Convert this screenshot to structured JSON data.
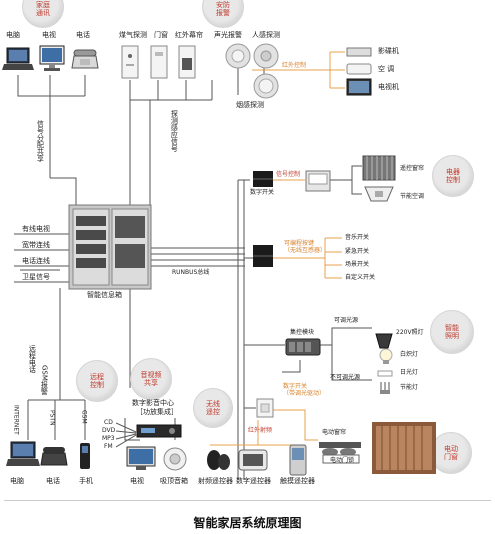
{
  "caption": "智能家居系统原理图",
  "bubbles": {
    "family": [
      "家庭",
      "通讯"
    ],
    "security": [
      "安防",
      "报警"
    ],
    "appliance": [
      "电器",
      "控制"
    ],
    "lighting": [
      "智能",
      "照明"
    ],
    "remote": [
      "远程",
      "控制"
    ],
    "av": [
      "音视频",
      "共享"
    ],
    "wireless": [
      "无线",
      "遥控"
    ],
    "curtain": [
      "电动",
      "门窗"
    ]
  },
  "top_devices": {
    "computer": "电脑",
    "tv": "电视",
    "phone": "电话",
    "gas": "煤气探测",
    "door": "门窗",
    "infrared": "红外幕帘",
    "sound_light": "声光报警",
    "human": "人感探测",
    "smoke": "烟感探测"
  },
  "left_vertical": {
    "signal": "信号分配共享",
    "probe": "探测感应信号"
  },
  "hub": {
    "inputs": [
      "有线电视",
      "宽带连线",
      "电话连线",
      "卫星信号"
    ],
    "name": "智能信息箱",
    "bus": "RUNBUS总线"
  },
  "ir_control": {
    "label": "红外控制",
    "items": [
      "影碟机",
      "空 调",
      "电视机"
    ]
  },
  "signal_control": {
    "label": "信号控制",
    "switch_label": "数字开关",
    "items": [
      "遥控窗帘",
      "节能空调"
    ]
  },
  "scene": {
    "label_1": "可编程按键",
    "label_2": "（无线互感器）",
    "items": [
      "音乐开关",
      "紧急开关",
      "场景开关",
      "自定义开关"
    ]
  },
  "lighting": {
    "module": "集控模块",
    "dim": "可调光源",
    "nodim": "不可调光源",
    "items": [
      "220V照灯",
      "白炽灯",
      "日光灯",
      "节能灯"
    ],
    "switch_1": "数字开关",
    "switch_2": "（带调光驱动）"
  },
  "curtain": {
    "motor": "电动窗帘",
    "door": "电动门锁"
  },
  "rf": {
    "label": "红外射频"
  },
  "bottom_vertical": {
    "remote_phone": "远程电话",
    "gsm_alarm": "GSM报警"
  },
  "bottom_small": [
    "INTERNET",
    "PSTN",
    "GSM"
  ],
  "bottom_devices": {
    "computer": "电脑",
    "phone": "电话",
    "mobile": "手机",
    "tv": "电视",
    "speaker": "吸顶音箱",
    "rf_remote": "射频遥控器",
    "digital_remote": "数字遥控器",
    "touch_remote": "触摸遥控器"
  },
  "av_center": {
    "title_1": "数字影音中心",
    "title_2": "［功放集成］",
    "sources": [
      "CD",
      "DVD",
      "MP3",
      "FM"
    ]
  }
}
